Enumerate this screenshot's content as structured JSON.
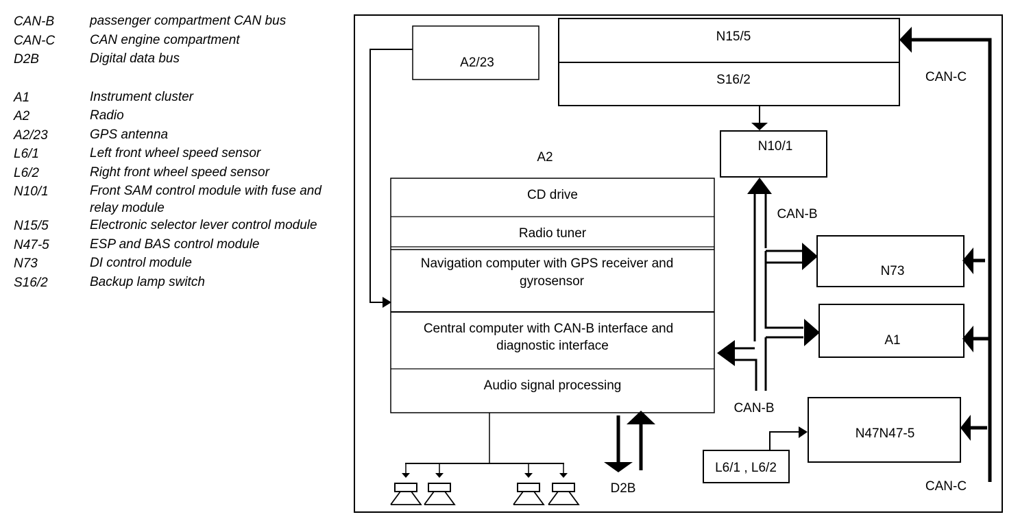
{
  "legend": {
    "bus_entries": [
      {
        "code": "CAN-B",
        "description": "passenger compartment CAN bus"
      },
      {
        "code": "CAN-C",
        "description": "CAN engine compartment"
      },
      {
        "code": "D2B",
        "description": "Digital data bus"
      }
    ],
    "component_entries": [
      {
        "code": "A1",
        "description": "Instrument cluster"
      },
      {
        "code": "A2",
        "description": "Radio"
      },
      {
        "code": "A2/23",
        "description": "GPS antenna"
      },
      {
        "code": "L6/1",
        "description": "Left front wheel speed sensor"
      },
      {
        "code": "L6/2",
        "description": "Right front wheel speed sensor"
      },
      {
        "code": "N10/1",
        "description": "Front SAM control module with fuse and relay module"
      },
      {
        "code": "N15/5",
        "description": "Electronic selector lever control module"
      },
      {
        "code": "N47-5",
        "description": "ESP and BAS control module"
      },
      {
        "code": "N73",
        "description": "DI control module"
      },
      {
        "code": "S16/2",
        "description": "Backup lamp switch"
      }
    ]
  },
  "diagram": {
    "gps_antenna": "A2/23",
    "radio_label": "A2",
    "radio_sections": {
      "cd_drive": "CD drive",
      "radio_tuner": "Radio tuner",
      "nav_line1": "Navigation computer with GPS receiver and",
      "nav_line2": "gyrosensor",
      "central_line1": "Central computer with CAN-B interface and",
      "central_line2": "diagnostic interface",
      "audio": "Audio signal processing"
    },
    "n15_5": "N15/5",
    "s16_2": "S16/2",
    "n10_1": "N10/1",
    "n73": "N73",
    "a1": "A1",
    "n47": "N47N47-5",
    "wheel_sensors": "L6/1 , L6/2",
    "bus_labels": {
      "can_c_top": "CAN-C",
      "can_c_bottom": "CAN-C",
      "can_b_top": "CAN-B",
      "can_b_bottom": "CAN-B",
      "d2b": "D2B"
    }
  }
}
